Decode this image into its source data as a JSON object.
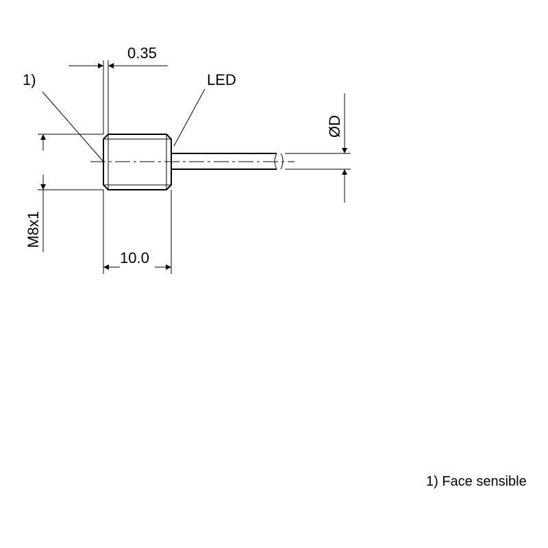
{
  "labels": {
    "gap": "0.35",
    "led": "LED",
    "face_marker": "1)",
    "diameter": "ØD",
    "thread": "M8x1",
    "length": "10.0"
  },
  "footnote": "1) Face sensible"
}
